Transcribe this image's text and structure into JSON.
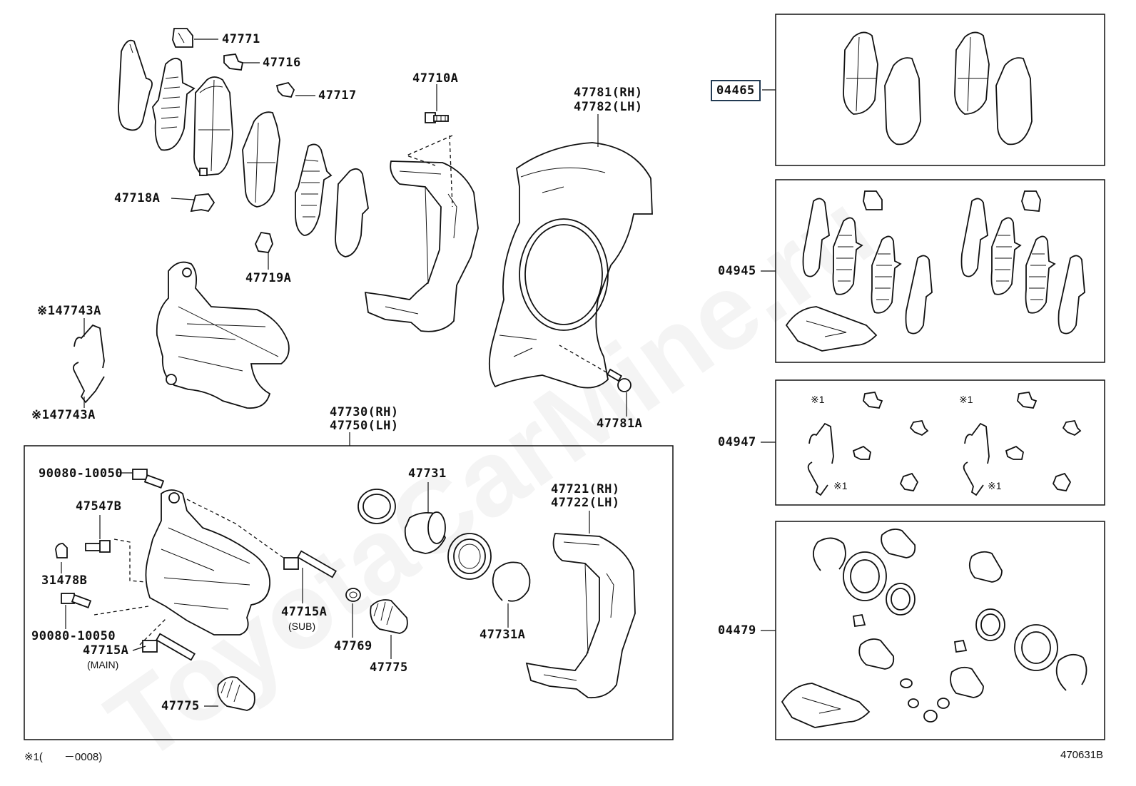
{
  "diagram": {
    "labels": {
      "p47771": "47771",
      "p47716": "47716",
      "p47717": "47717",
      "p47718a": "47718A",
      "p47719a": "47719A",
      "p47710a": "47710A",
      "p47781_rh": "47781(RH)",
      "p47782_lh": "47782(LH)",
      "p47781a": "47781A",
      "p47743a_top": "※147743A",
      "p47743a_bottom": "※147743A",
      "p47730_rh": "47730(RH)",
      "p47750_lh": "47750(LH)",
      "p90080_top": "90080-10050",
      "p47547b": "47547B",
      "p31478b": "31478B",
      "p90080_bottom": "90080-10050",
      "p47715a_main": "47715A",
      "main_note": "(MAIN)",
      "p47715a_sub": "47715A",
      "sub_note": "(SUB)",
      "p47731": "47731",
      "p47769": "47769",
      "p47775_mid": "47775",
      "p47775_bottom": "47775",
      "p47731a": "47731A",
      "p47721_rh": "47721(RH)",
      "p47722_lh": "47722(LH)"
    },
    "kits": [
      {
        "code": "04465",
        "highlighted": true
      },
      {
        "code": "04945",
        "highlighted": false
      },
      {
        "code": "04947",
        "highlighted": false
      },
      {
        "code": "04479",
        "highlighted": false
      }
    ],
    "kit_marks": {
      "k04947_a": "※1",
      "k04947_b": "※1",
      "k04947_c": "※1",
      "k04947_d": "※1"
    },
    "footnote": "※1(　　－0008)",
    "figure_code": "470631B",
    "watermark": "ToyotaCarMine.ru",
    "highlight_color": "#223a52"
  }
}
